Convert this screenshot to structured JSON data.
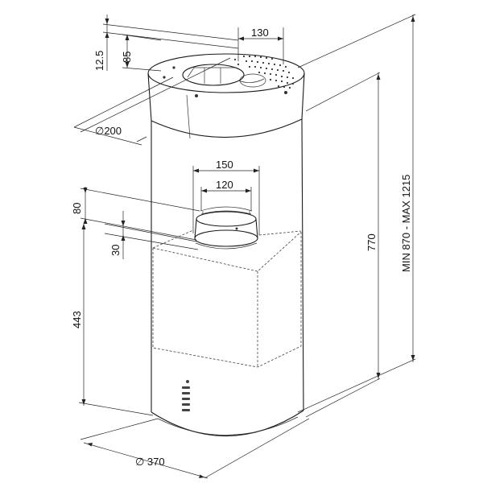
{
  "dimensions": {
    "top_collar_height": "12.5",
    "top_collar_depth": "85",
    "outlet_width": "130",
    "top_diameter": "∅200",
    "inlet_outer_width": "150",
    "inlet_inner_width": "120",
    "inlet_height": "80",
    "inlet_offset": "30",
    "bottom_height": "443",
    "body_height": "770",
    "total_height_range": "MIN 870 - MAX 1215",
    "body_diameter": "∅ 370"
  },
  "colors": {
    "line": "#1a1a1a",
    "background": "#ffffff"
  }
}
